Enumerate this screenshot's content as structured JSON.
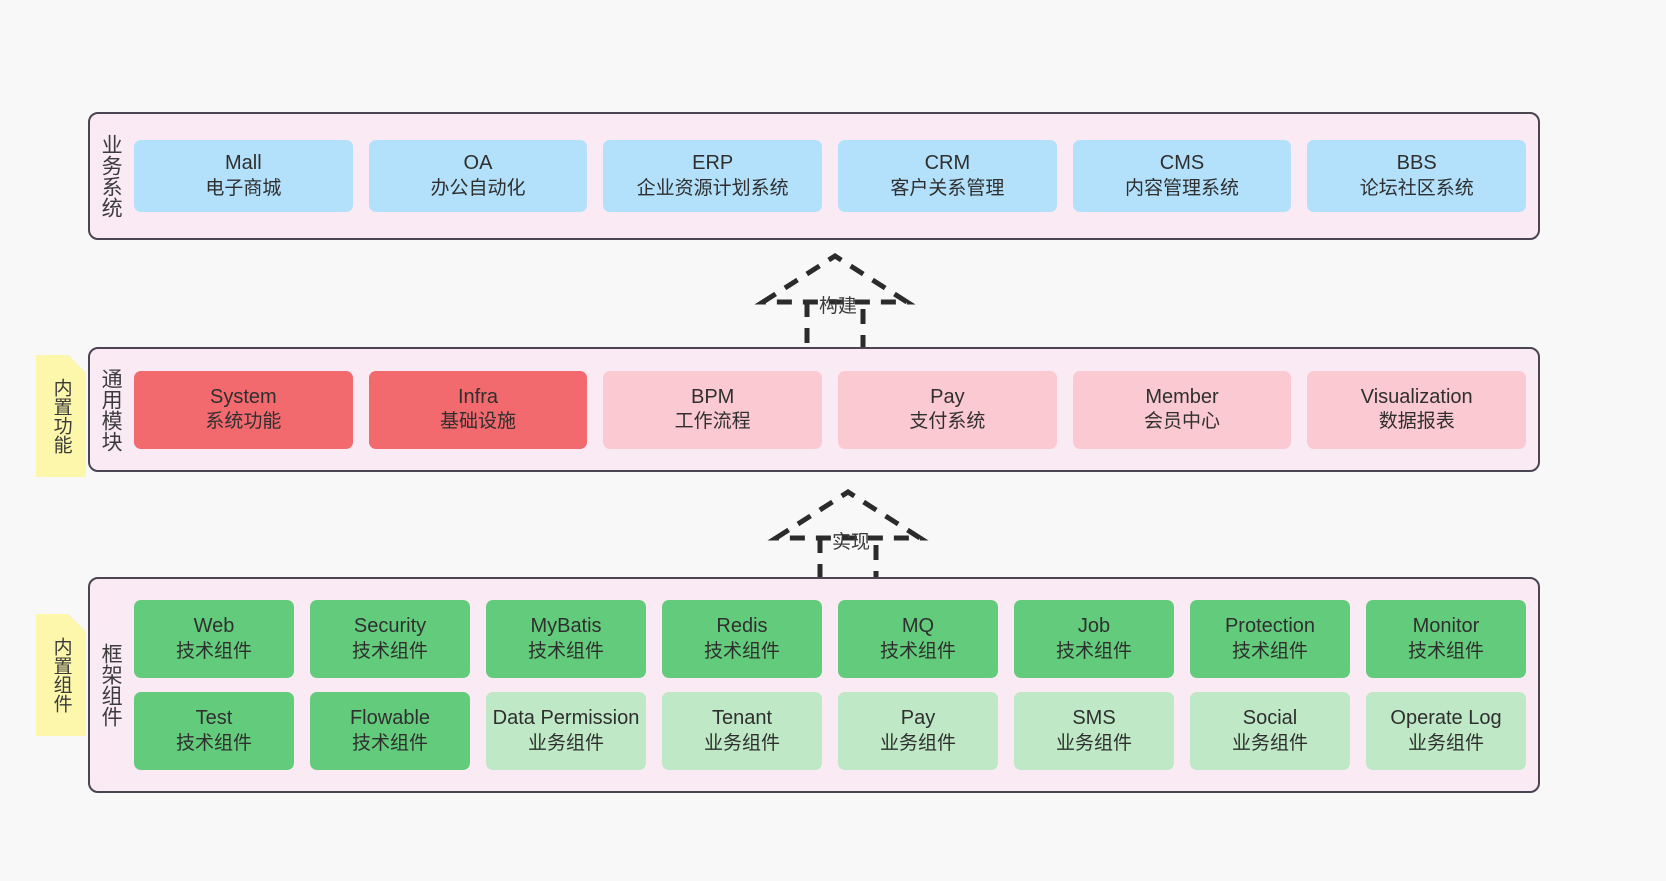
{
  "diagram": {
    "layers": [
      {
        "id": "business",
        "label": "业务系统",
        "rows": [
          {
            "cards": [
              {
                "title": "Mall",
                "subtitle": "电子商城",
                "color": "#b3e0fb"
              },
              {
                "title": "OA",
                "subtitle": "办公自动化",
                "color": "#b3e0fb"
              },
              {
                "title": "ERP",
                "subtitle": "企业资源计划系统",
                "color": "#b3e0fb"
              },
              {
                "title": "CRM",
                "subtitle": "客户关系管理",
                "color": "#b3e0fb"
              },
              {
                "title": "CMS",
                "subtitle": "内容管理系统",
                "color": "#b3e0fb"
              },
              {
                "title": "BBS",
                "subtitle": "论坛社区系统",
                "color": "#b3e0fb"
              }
            ]
          }
        ]
      },
      {
        "id": "common",
        "label": "通用模块",
        "note": "内置功能",
        "rows": [
          {
            "cards": [
              {
                "title": "System",
                "subtitle": "系统功能",
                "color": "#f2696e"
              },
              {
                "title": "Infra",
                "subtitle": "基础设施",
                "color": "#f2696e"
              },
              {
                "title": "BPM",
                "subtitle": "工作流程",
                "color": "#fbc9d2"
              },
              {
                "title": "Pay",
                "subtitle": "支付系统",
                "color": "#fbc9d2"
              },
              {
                "title": "Member",
                "subtitle": "会员中心",
                "color": "#fbc9d2"
              },
              {
                "title": "Visualization",
                "subtitle": "数据报表",
                "color": "#fbc9d2"
              }
            ]
          }
        ]
      },
      {
        "id": "framework",
        "label": "框架组件",
        "note": "内置组件",
        "rows": [
          {
            "cards": [
              {
                "title": "Web",
                "subtitle": "技术组件",
                "color": "#63cc7c"
              },
              {
                "title": "Security",
                "subtitle": "技术组件",
                "color": "#63cc7c"
              },
              {
                "title": "MyBatis",
                "subtitle": "技术组件",
                "color": "#63cc7c"
              },
              {
                "title": "Redis",
                "subtitle": "技术组件",
                "color": "#63cc7c"
              },
              {
                "title": "MQ",
                "subtitle": "技术组件",
                "color": "#63cc7c"
              },
              {
                "title": "Job",
                "subtitle": "技术组件",
                "color": "#63cc7c"
              },
              {
                "title": "Protection",
                "subtitle": "技术组件",
                "color": "#63cc7c"
              },
              {
                "title": "Monitor",
                "subtitle": "技术组件",
                "color": "#63cc7c"
              }
            ]
          },
          {
            "cards": [
              {
                "title": "Test",
                "subtitle": "技术组件",
                "color": "#63cc7c"
              },
              {
                "title": "Flowable",
                "subtitle": "技术组件",
                "color": "#63cc7c"
              },
              {
                "title": "Data Permission",
                "subtitle": "业务组件",
                "color": "#bee8c6"
              },
              {
                "title": "Tenant",
                "subtitle": "业务组件",
                "color": "#bee8c6"
              },
              {
                "title": "Pay",
                "subtitle": "业务组件",
                "color": "#bee8c6"
              },
              {
                "title": "SMS",
                "subtitle": "业务组件",
                "color": "#bee8c6"
              },
              {
                "title": "Social",
                "subtitle": "业务组件",
                "color": "#bee8c6"
              },
              {
                "title": "Operate Log",
                "subtitle": "业务组件",
                "color": "#bee8c6"
              }
            ]
          }
        ]
      }
    ],
    "connectors": [
      {
        "id": "build",
        "label": "构建"
      },
      {
        "id": "implement",
        "label": "实现"
      }
    ],
    "colors": {
      "canvas_background": "#f8f8f8",
      "layer_background": "#f9eaf4",
      "layer_border": "#4a4453",
      "note_background": "#fcf7ab",
      "note_fold": "#c9c9c9",
      "connector_stroke": "#2b2b2b",
      "text": "#333333"
    }
  }
}
